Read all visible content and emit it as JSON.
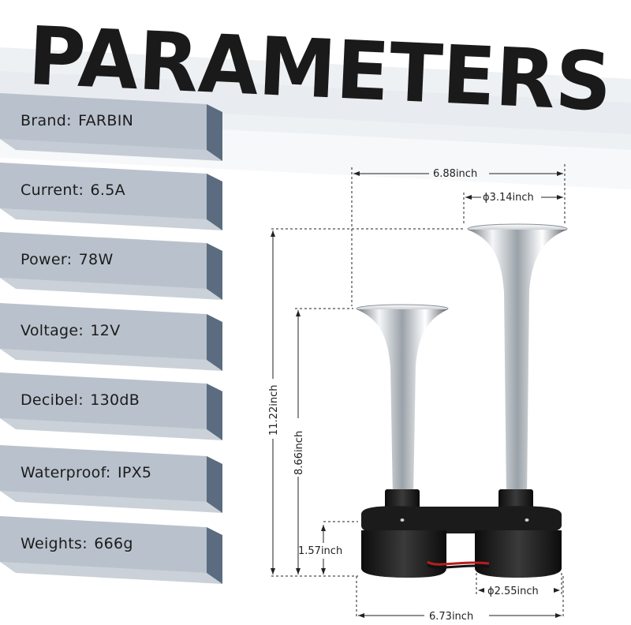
{
  "title": "PARAMETERS",
  "specs": [
    {
      "label": "Brand",
      "sep": ":",
      "value": "FARBIN"
    },
    {
      "label": "Current",
      "sep": ":",
      "value": "6.5A"
    },
    {
      "label": "Power",
      "sep": ":",
      "value": "78W"
    },
    {
      "label": "Voltage",
      "sep": ":",
      "value": "12V"
    },
    {
      "label": "Decibel",
      "sep": ":",
      "value": "130dB"
    },
    {
      "label": "Waterproof",
      "sep": ":",
      "value": "IPX5"
    },
    {
      "label": "Weights",
      "sep": ":",
      "value": "666g"
    }
  ],
  "dimensions": {
    "overall_width_top": "6.88inch",
    "bell_diameter": "ϕ3.14inch",
    "total_height": "11.22inch",
    "short_horn_height": "8.66inch",
    "base_height": "1.57inch",
    "base_diameter": "ϕ2.55inch",
    "base_width": "6.73inch"
  },
  "colors": {
    "tab_light": "#b9c2cc",
    "tab_dark": "#5b6c80",
    "title": "#1a1a1a",
    "band_light": "#e9edf1",
    "chrome": "#c9ced3"
  }
}
